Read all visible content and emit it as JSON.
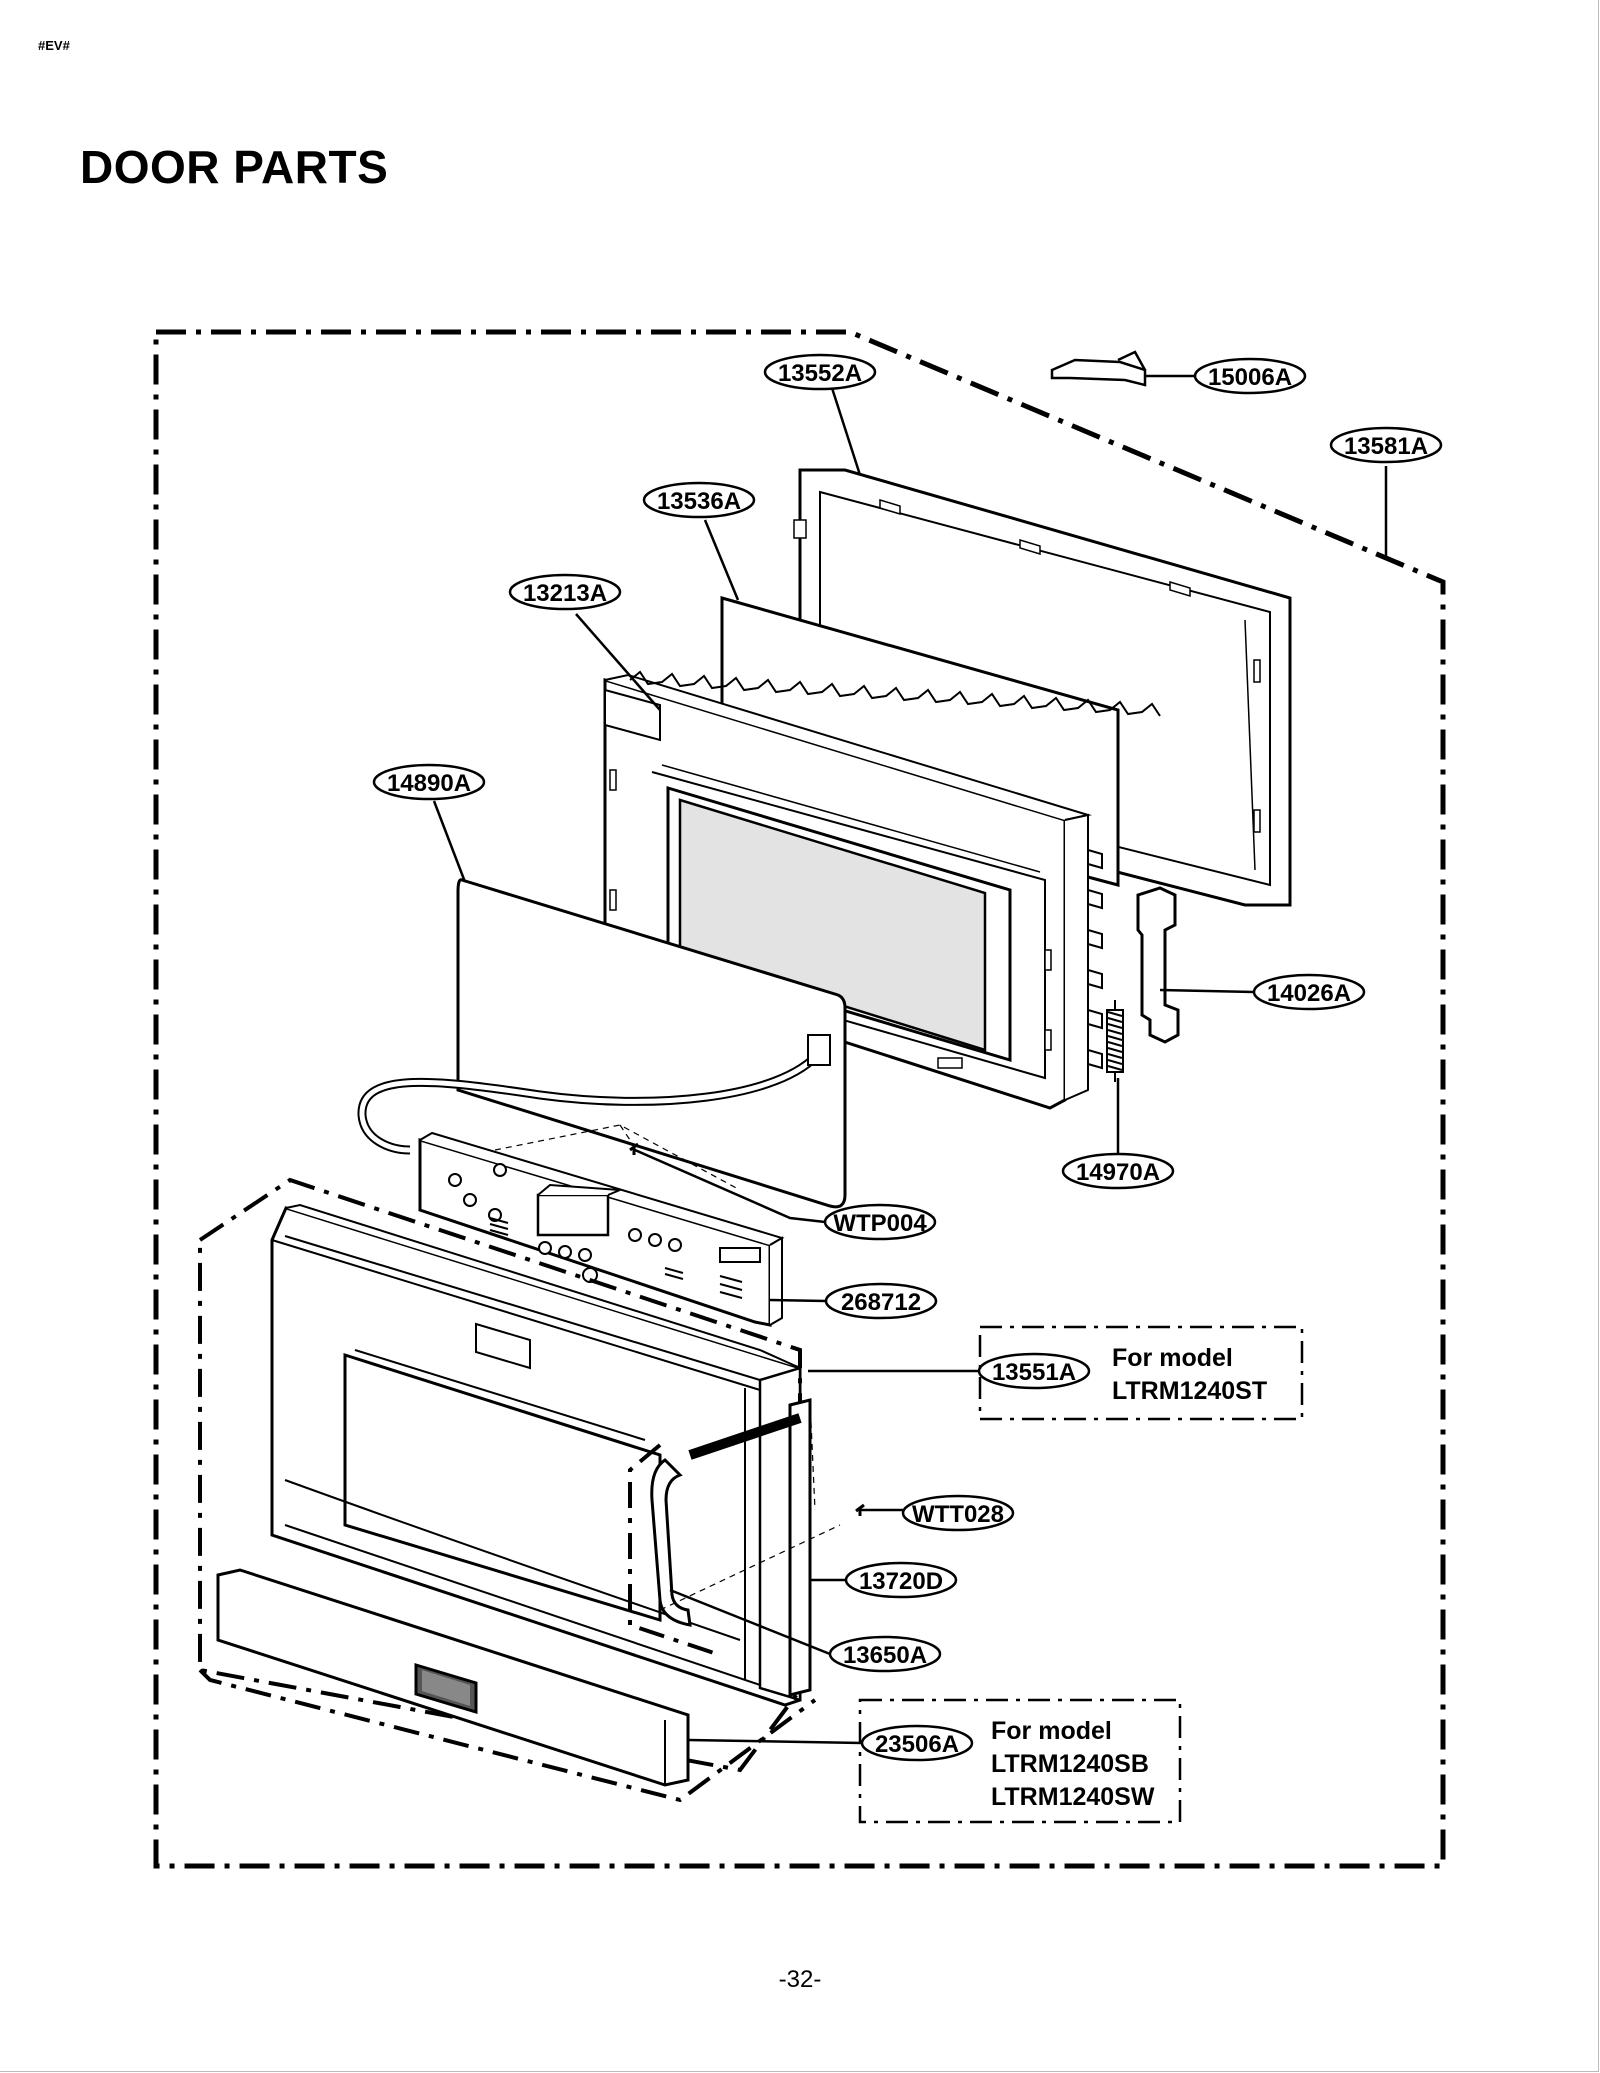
{
  "marker": "#EV#",
  "title": "DOOR PARTS",
  "page_number": "-32-",
  "callouts": {
    "c13552A": "13552A",
    "c15006A": "15006A",
    "c13581A": "13581A",
    "c13536A": "13536A",
    "c13213A": "13213A",
    "c14890A": "14890A",
    "c14026A": "14026A",
    "c14970A": "14970A",
    "cWTP004": "WTP004",
    "c268712": "268712",
    "c13551A": "13551A",
    "cWTT028": "WTT028",
    "c13720D": "13720D",
    "c13650A": "13650A",
    "c23506A": "23506A"
  },
  "notes": {
    "note1": {
      "line1": "For model",
      "line2": "LTRM1240ST"
    },
    "note2": {
      "line1": "For model",
      "line2": "LTRM1240SB",
      "line3": "LTRM1240SW"
    }
  }
}
